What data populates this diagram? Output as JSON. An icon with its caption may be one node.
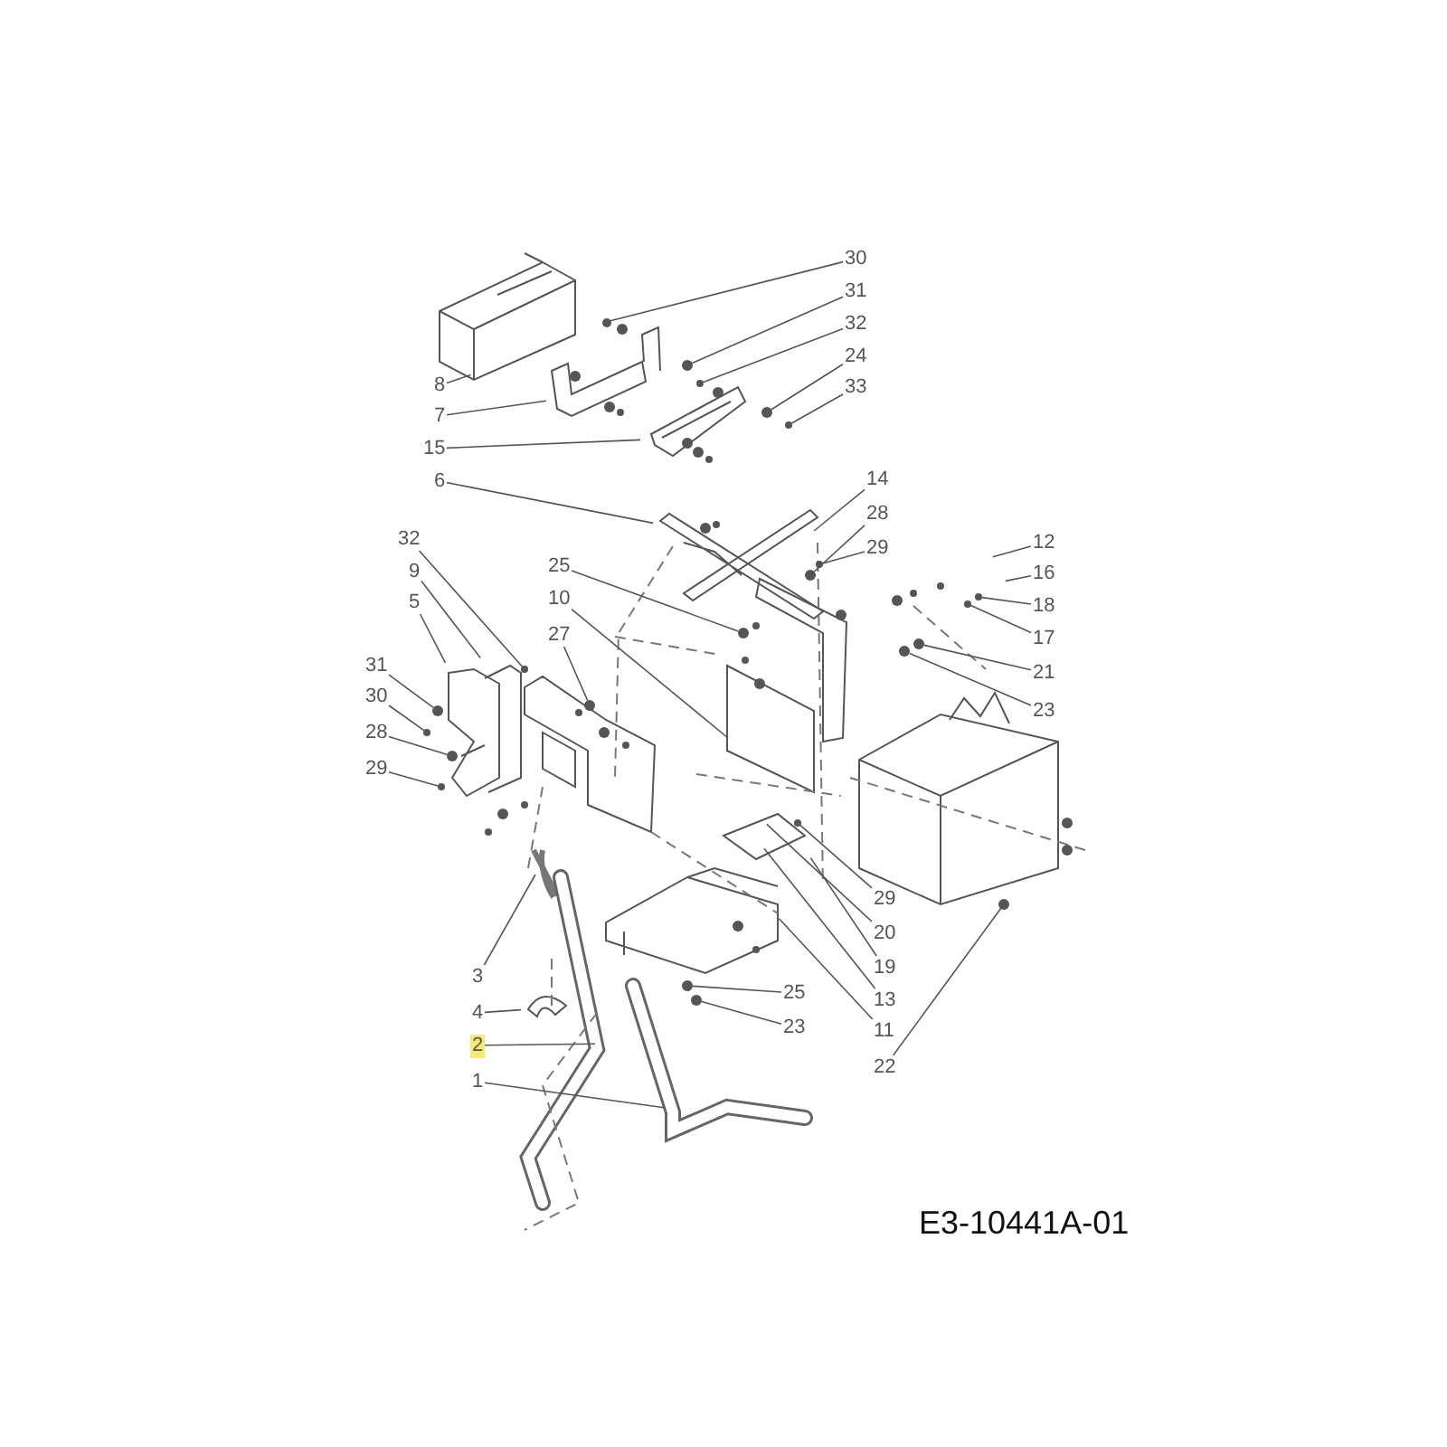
{
  "diagram": {
    "nodes": [
      {
        "text": [
          "30"
        ]
      },
      {
        "text": [
          "31"
        ]
      },
      {
        "text": [
          "32"
        ]
      },
      {
        "text": [
          "8"
        ]
      },
      {
        "text": [
          "24"
        ]
      },
      {
        "text": [
          "7"
        ]
      },
      {
        "text": [
          "33"
        ]
      },
      {
        "text": [
          "15"
        ]
      },
      {
        "text": [
          "6"
        ]
      },
      {
        "text": [
          "14"
        ]
      },
      {
        "text": [
          "28"
        ]
      },
      {
        "text": [
          "32"
        ]
      },
      {
        "text": [
          "12"
        ]
      },
      {
        "text": [
          "29"
        ]
      },
      {
        "text": [
          "25"
        ]
      },
      {
        "text": [
          "9"
        ]
      },
      {
        "text": [
          "16"
        ]
      },
      {
        "text": [
          "10"
        ]
      },
      {
        "text": [
          "18"
        ]
      },
      {
        "text": [
          "5"
        ]
      },
      {
        "text": [
          "27"
        ]
      },
      {
        "text": [
          "17"
        ]
      },
      {
        "text": [
          "31"
        ]
      },
      {
        "text": [
          "21"
        ]
      },
      {
        "text": [
          "30"
        ]
      },
      {
        "text": [
          "23"
        ]
      },
      {
        "text": [
          "28"
        ]
      },
      {
        "text": [
          "29"
        ]
      },
      {
        "text": [
          "29"
        ]
      },
      {
        "text": [
          "20"
        ]
      },
      {
        "text": [
          "19"
        ]
      },
      {
        "text": [
          "3"
        ]
      },
      {
        "text": [
          "13"
        ]
      },
      {
        "text": [
          "25"
        ]
      },
      {
        "text": [
          "4"
        ]
      },
      {
        "text": [
          "23"
        ]
      },
      {
        "text": [
          "11"
        ]
      },
      {
        "text": [
          "2"
        ]
      },
      {
        "text": [
          "22"
        ]
      },
      {
        "text": [
          "1"
        ]
      },
      {
        "text": [],
        "shape": "circle"
      },
      {
        "text": [],
        "shape": "circle"
      },
      {
        "text": [],
        "shape": "circle"
      },
      {
        "text": [],
        "shape": "circle"
      },
      {
        "text": [],
        "shape": "circle"
      },
      {
        "text": [],
        "shape": "circle"
      },
      {
        "text": [],
        "shape": "circle"
      },
      {
        "text": [],
        "shape": "circle"
      },
      {
        "text": [],
        "shape": "circle"
      },
      {
        "text": [],
        "shape": "circle"
      },
      {
        "text": [],
        "shape": "circle"
      },
      {
        "text": [],
        "shape": "circle"
      },
      {
        "text": [],
        "shape": "circle"
      },
      {
        "text": [],
        "shape": "circle"
      },
      {
        "text": [],
        "shape": "circle"
      },
      {
        "text": [],
        "shape": "circle"
      },
      {
        "text": [],
        "shape": "circle"
      },
      {
        "text": [],
        "shape": "circle"
      },
      {
        "text": [],
        "shape": "circle"
      },
      {
        "text": [],
        "shape": "circle"
      },
      {
        "text": [],
        "shape": "circle"
      },
      {
        "text": [],
        "shape": "circle"
      }
    ],
    "edges": [
      {
        "from": 0,
        "to": 40,
        "arrow": "none"
      },
      {
        "from": 1,
        "to": 41,
        "arrow": "none"
      },
      {
        "from": 2,
        "to": 42,
        "arrow": "none"
      },
      {
        "from": 3,
        "to": null,
        "arrow": "none"
      },
      {
        "from": 4,
        "to": 43,
        "arrow": "none"
      },
      {
        "from": 5,
        "to": null,
        "arrow": "none"
      },
      {
        "from": 6,
        "to": 44,
        "arrow": "none"
      },
      {
        "from": 7,
        "to": null,
        "arrow": "none"
      },
      {
        "from": 8,
        "to": null,
        "arrow": "none"
      },
      {
        "from": 9,
        "to": null,
        "arrow": "none"
      },
      {
        "from": 10,
        "to": 45,
        "arrow": "none"
      },
      {
        "from": 11,
        "to": 46,
        "arrow": "none"
      },
      {
        "from": 12,
        "to": null,
        "arrow": "none"
      },
      {
        "from": 13,
        "to": 47,
        "arrow": "none"
      },
      {
        "from": 14,
        "to": 48,
        "arrow": "none"
      },
      {
        "from": 15,
        "to": null,
        "arrow": "none"
      },
      {
        "from": 16,
        "to": null,
        "arrow": "none"
      },
      {
        "from": 17,
        "to": null,
        "arrow": "none"
      },
      {
        "from": 18,
        "to": 49,
        "arrow": "none"
      },
      {
        "from": 19,
        "to": null,
        "arrow": "none"
      },
      {
        "from": 20,
        "to": 50,
        "arrow": "none"
      },
      {
        "from": 21,
        "to": 51,
        "arrow": "none"
      },
      {
        "from": 22,
        "to": 52,
        "arrow": "none"
      },
      {
        "from": 23,
        "to": 53,
        "arrow": "none"
      },
      {
        "from": 24,
        "to": 54,
        "arrow": "none"
      },
      {
        "from": 25,
        "to": 55,
        "arrow": "none"
      },
      {
        "from": 26,
        "to": 56,
        "arrow": "none"
      },
      {
        "from": 27,
        "to": 57,
        "arrow": "none"
      },
      {
        "from": 28,
        "to": 58,
        "arrow": "none"
      },
      {
        "from": 29,
        "to": null,
        "arrow": "none"
      },
      {
        "from": 30,
        "to": null,
        "arrow": "none"
      },
      {
        "from": 31,
        "to": null,
        "arrow": "none"
      },
      {
        "from": 32,
        "to": null,
        "arrow": "none"
      },
      {
        "from": 33,
        "to": 59,
        "arrow": "none"
      },
      {
        "from": 34,
        "to": null,
        "arrow": "none"
      },
      {
        "from": 35,
        "to": 60,
        "arrow": "none"
      },
      {
        "from": 36,
        "to": null,
        "arrow": "none"
      },
      {
        "from": 37,
        "to": null,
        "arrow": "none"
      },
      {
        "from": 38,
        "to": 61,
        "arrow": "none"
      },
      {
        "from": 39,
        "to": null,
        "arrow": "none"
      }
    ],
    "labels": [
      "E3-10441A-01"
    ]
  }
}
